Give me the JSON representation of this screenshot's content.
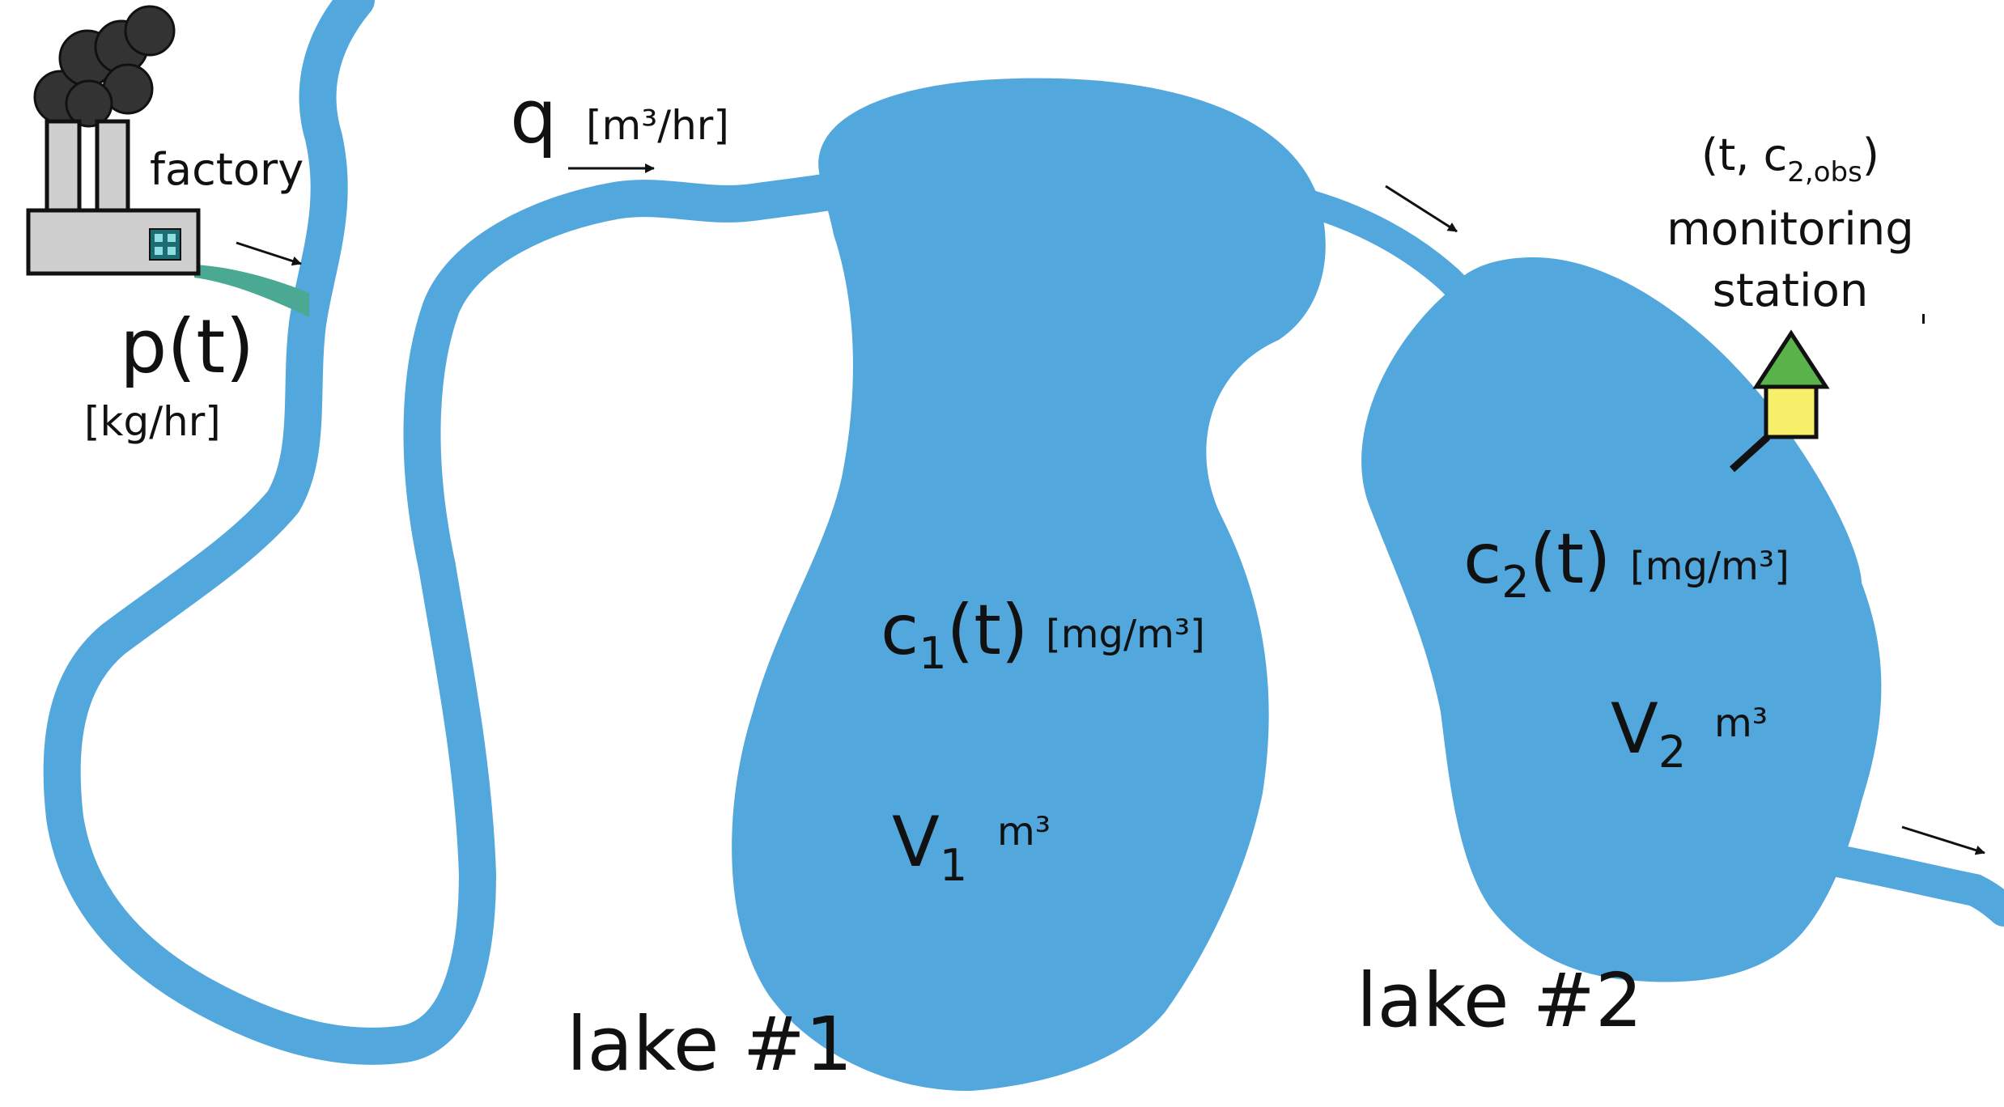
{
  "colors": {
    "water": "#52a7dc",
    "effluent": "#4ba892",
    "factory_body": "#cfcfcf",
    "smoke": "#333333",
    "window": "#1f6b73",
    "window_light": "#8ee0e0",
    "station_body": "#f7ef6a",
    "station_roof": "#5ab24a",
    "stroke": "#111111"
  },
  "factory": {
    "label": "factory",
    "icon": "factory-icon"
  },
  "inflow": {
    "symbol": "p(t)",
    "units": "[kg/hr]"
  },
  "flow": {
    "symbol": "q",
    "units": "[m³/hr]"
  },
  "lake1": {
    "title": "lake #1",
    "conc_base": "c",
    "conc_sub": "1",
    "conc_arg": "(t)",
    "conc_units": "[mg/m³]",
    "vol_base": "V",
    "vol_sub": "1",
    "vol_units": "m³"
  },
  "lake2": {
    "title": "lake #2",
    "conc_base": "c",
    "conc_sub": "2",
    "conc_arg": "(t)",
    "conc_units": "[mg/m³]",
    "vol_base": "V",
    "vol_sub": "2",
    "vol_units": "m³"
  },
  "station": {
    "obs_open": "(t, c",
    "obs_sub": "2,obs",
    "obs_close": ")",
    "line1": "monitoring",
    "line2": "station",
    "icon": "monitoring-station-icon"
  }
}
